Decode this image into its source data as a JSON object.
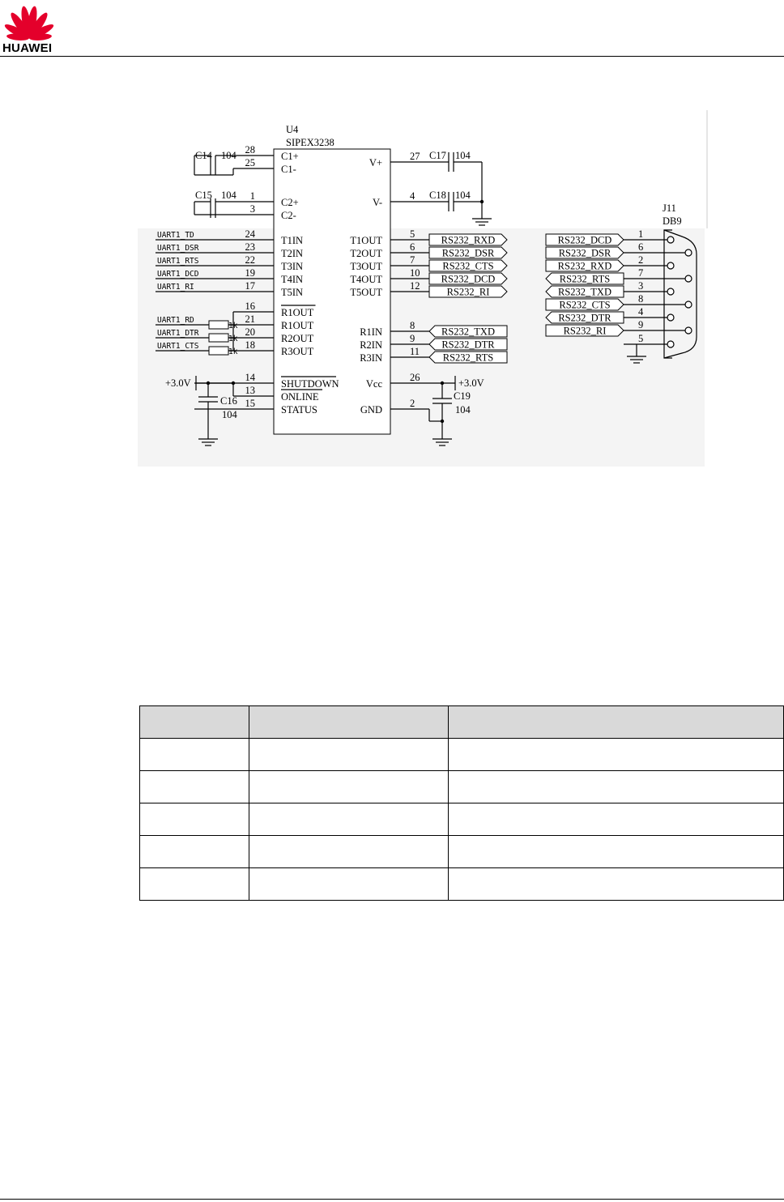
{
  "header": {
    "brand": "HUAWEI",
    "accent_color": "#e4002b"
  },
  "schematic": {
    "chip": {
      "ref": "U4",
      "part": "SIPEX3238"
    },
    "capacitors": [
      {
        "ref": "C14",
        "value": "104"
      },
      {
        "ref": "C15",
        "value": "104"
      },
      {
        "ref": "C17",
        "value": "104"
      },
      {
        "ref": "C18",
        "value": "104"
      },
      {
        "ref": "C16",
        "value": "104"
      },
      {
        "ref": "C19",
        "value": "104"
      }
    ],
    "left_pins": [
      {
        "pin": "28",
        "name": "C1+"
      },
      {
        "pin": "25",
        "name": "C1-"
      },
      {
        "pin": "1",
        "name": "C2+"
      },
      {
        "pin": "3",
        "name": "C2-"
      },
      {
        "pin": "24",
        "name": "T1IN",
        "net": "UART1_TD"
      },
      {
        "pin": "23",
        "name": "T2IN",
        "net": "UART1_DSR"
      },
      {
        "pin": "22",
        "name": "T3IN",
        "net": "UART1_RTS"
      },
      {
        "pin": "19",
        "name": "T4IN",
        "net": "UART1_DCD"
      },
      {
        "pin": "17",
        "name": "T5IN",
        "net": "UART1_RI"
      },
      {
        "pin": "16",
        "name": "R1OUT"
      },
      {
        "pin": "21",
        "name": "R1OUT",
        "net": "UART1_RD"
      },
      {
        "pin": "20",
        "name": "R2OUT",
        "net": "UART1_DTR"
      },
      {
        "pin": "18",
        "name": "R3OUT",
        "net": "UART1_CTS"
      },
      {
        "pin": "14",
        "name": "SHUTDOWN"
      },
      {
        "pin": "13",
        "name": "ONLINE"
      },
      {
        "pin": "15",
        "name": "STATUS"
      }
    ],
    "right_pins": [
      {
        "pin": "27",
        "name": "V+"
      },
      {
        "pin": "4",
        "name": "V-"
      },
      {
        "pin": "5",
        "name": "T1OUT",
        "net": "RS232_RXD"
      },
      {
        "pin": "6",
        "name": "T2OUT",
        "net": "RS232_DSR"
      },
      {
        "pin": "7",
        "name": "T3OUT",
        "net": "RS232_CTS"
      },
      {
        "pin": "10",
        "name": "T4OUT",
        "net": "RS232_DCD"
      },
      {
        "pin": "12",
        "name": "T5OUT",
        "net": "RS232_RI"
      },
      {
        "pin": "8",
        "name": "R1IN",
        "net": "RS232_TXD"
      },
      {
        "pin": "9",
        "name": "R2IN",
        "net": "RS232_DTR"
      },
      {
        "pin": "11",
        "name": "R3IN",
        "net": "RS232_RTS"
      },
      {
        "pin": "26",
        "name": "Vcc"
      },
      {
        "pin": "2",
        "name": "GND"
      }
    ],
    "resistor_value": "1k",
    "power_label": "+3.0V",
    "connector": {
      "ref": "J11",
      "type": "DB9",
      "pins": [
        {
          "pin": "1",
          "net": "RS232_DCD"
        },
        {
          "pin": "6",
          "net": "RS232_DSR"
        },
        {
          "pin": "2",
          "net": "RS232_RXD"
        },
        {
          "pin": "7",
          "net": "RS232_RTS"
        },
        {
          "pin": "3",
          "net": "RS232_TXD"
        },
        {
          "pin": "8",
          "net": "RS232_CTS"
        },
        {
          "pin": "4",
          "net": "RS232_DTR"
        },
        {
          "pin": "9",
          "net": "RS232_RI"
        },
        {
          "pin": "5",
          "net": ""
        }
      ]
    }
  },
  "table": {
    "headers": [
      "",
      "",
      ""
    ],
    "rows": [
      [
        "",
        "",
        ""
      ],
      [
        "",
        "",
        ""
      ],
      [
        "",
        "",
        ""
      ],
      [
        "",
        "",
        ""
      ],
      [
        "",
        "",
        ""
      ]
    ]
  }
}
